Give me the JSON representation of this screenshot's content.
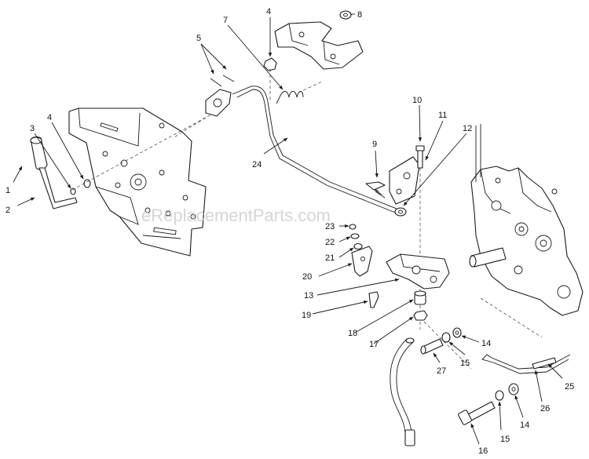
{
  "watermark": "eReplacementParts.com",
  "callouts": [
    "1",
    "2",
    "3",
    "4",
    "4",
    "5",
    "7",
    "8",
    "9",
    "10",
    "11",
    "12",
    "13",
    "14",
    "14",
    "15",
    "15",
    "16",
    "17",
    "18",
    "19",
    "20",
    "21",
    "22",
    "23",
    "24",
    "25",
    "26",
    "27"
  ]
}
